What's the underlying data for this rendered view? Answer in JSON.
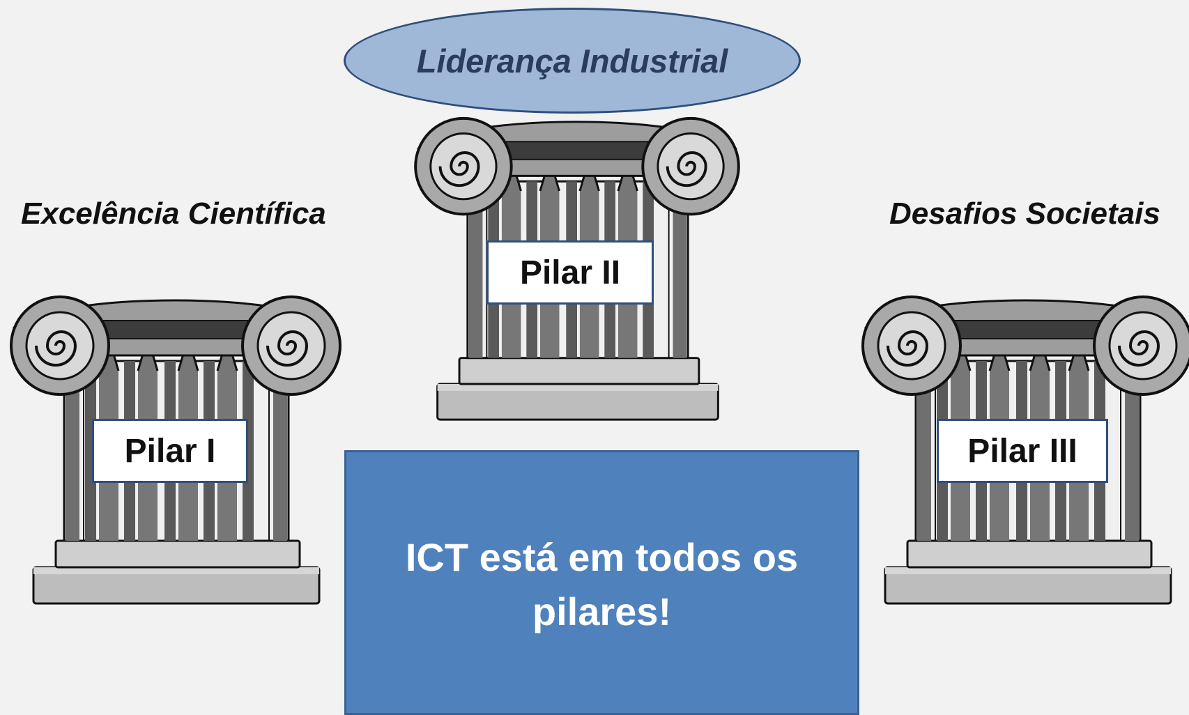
{
  "top_label": "Liderança Industrial",
  "pillars": [
    {
      "heading": "Excelência Científica",
      "label": "Pilar I"
    },
    {
      "label": "Pilar II"
    },
    {
      "heading": "Desafios Societais",
      "label": "Pilar III"
    }
  ],
  "center_box": {
    "line1": "ICT está em todos os",
    "line2": "pilares!"
  },
  "colors": {
    "background": "#f2f2f2",
    "ellipse_fill": "#a0b8d8",
    "ellipse_border": "#2e4f7c",
    "box_fill": "#4f81bd",
    "label_border": "#2e4f7c"
  },
  "icons": [
    "ionic-column-icon"
  ]
}
